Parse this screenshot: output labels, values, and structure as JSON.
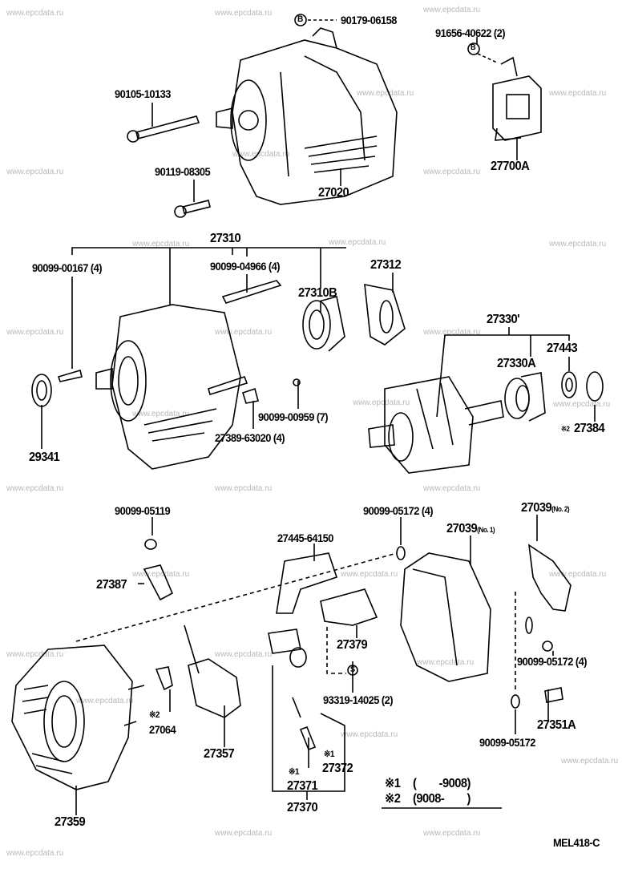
{
  "watermark": "www.epcdata.ru",
  "diagram_code": "MEL418-C",
  "legend": {
    "note1_mark": "※1",
    "note1_range": "(        -9008)",
    "note2_mark": "※2",
    "note2_range": "(9008-        )"
  },
  "parts": {
    "p90179_06158": "90179-06158",
    "p91656_40622": "91656-40622 (2)",
    "p90105_10133": "90105-10133",
    "p27700A": "27700A",
    "p90119_08305": "90119-08305",
    "p27020": "27020",
    "p27310": "27310",
    "p90099_00167": "90099-00167 (4)",
    "p90099_04966": "90099-04966 (4)",
    "p27312": "27312",
    "p27310B": "27310B",
    "p27330": "27330'",
    "p27443": "27443",
    "p27330A": "27330A",
    "p90099_00959": "90099-00959 (7)",
    "p27384_mark": "※2",
    "p27384": "27384",
    "p27389_63020": "27389-63020 (4)",
    "p29341": "29341",
    "p90099_05119": "90099-05119",
    "p90099_05172_a": "90099-05172 (4)",
    "p27039_no2": "27039",
    "p27039_no2_suffix": "(No. 2)",
    "p27445_64150": "27445-64150",
    "p27039_no1": "27039",
    "p27039_no1_suffix": "(No. 1)",
    "p27387": "27387",
    "p27379": "27379",
    "p90099_05172_b": "90099-05172 (4)",
    "p93319_14025": "93319-14025 (2)",
    "p27064_mark": "※2",
    "p27064": "27064",
    "p27351A": "27351A",
    "p90099_05172_c": "90099-05172",
    "p27357": "27357",
    "p27372_mark": "※1",
    "p27372": "27372",
    "p27371_mark": "※1",
    "p27371": "27371",
    "p27370": "27370",
    "p27359": "27359",
    "bolt_mark_b": "B",
    "bolt_mark_s": "S"
  }
}
